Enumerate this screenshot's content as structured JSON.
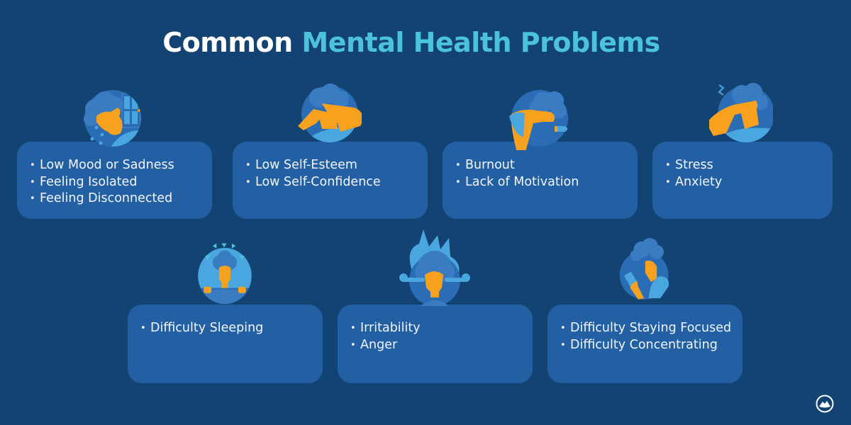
{
  "title": {
    "part1": "Common",
    "part2": "Mental Health Problems"
  },
  "colors": {
    "background": "#134373",
    "card": "#2260a3",
    "title_accent": "#4cc3dd",
    "skin": "#f8a11e",
    "hair": "#3a7cc2",
    "light_blue": "#4aa6df"
  },
  "cards": [
    {
      "icon": "crying-person-icon",
      "items": [
        "Low Mood or Sadness",
        "Feeling Isolated",
        "Feeling Disconnected"
      ]
    },
    {
      "icon": "covering-face-person-icon",
      "items": [
        "Low Self-Esteem",
        "Low Self-Confidence"
      ]
    },
    {
      "icon": "low-battery-person-icon",
      "items": [
        "Burnout",
        "Lack of Motivation"
      ]
    },
    {
      "icon": "headache-person-icon",
      "items": [
        "Stress",
        "Anxiety"
      ]
    },
    {
      "icon": "sleepless-person-icon",
      "items": [
        "Difficulty Sleeping"
      ]
    },
    {
      "icon": "angry-person-icon",
      "items": [
        "Irritability",
        "Anger"
      ]
    },
    {
      "icon": "distracted-phone-person-icon",
      "items": [
        "Difficulty Staying Focused",
        "Difficulty Concentrating"
      ]
    }
  ],
  "bullet": "•",
  "logo": "mountain-logo-icon"
}
